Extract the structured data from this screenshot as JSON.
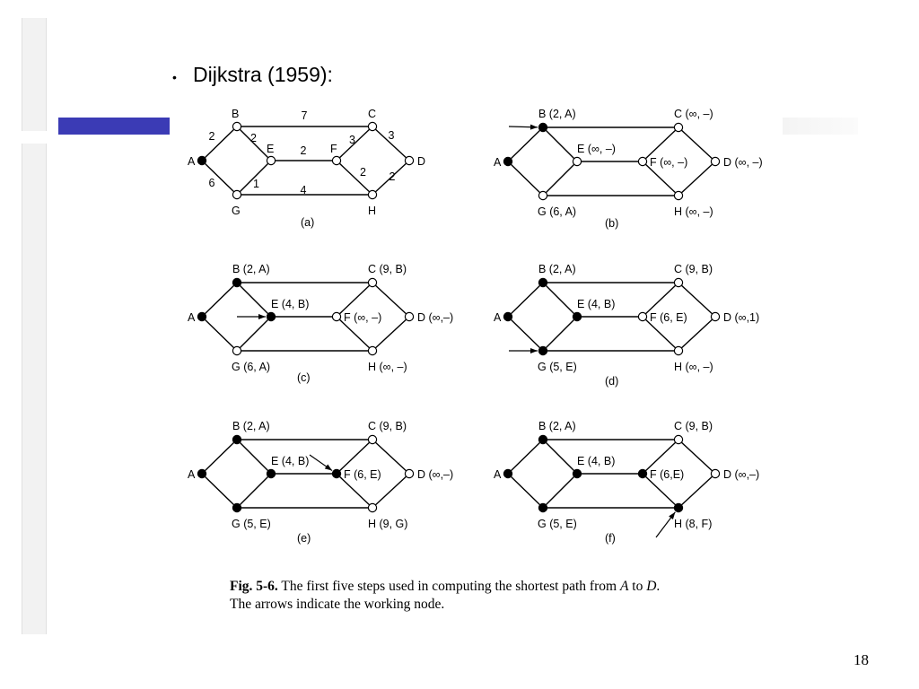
{
  "slide": {
    "bullet": "•",
    "title": "Dijkstra (1959):",
    "page_number": "18"
  },
  "figure": {
    "panels": [
      {
        "id": "a",
        "caption": "(a)",
        "nodes": {
          "A": {
            "label": "A",
            "filled": true
          },
          "B": {
            "label": "B",
            "filled": false
          },
          "C": {
            "label": "C",
            "filled": false
          },
          "D": {
            "label": "D",
            "filled": false
          },
          "E": {
            "label": "E",
            "filled": false
          },
          "F": {
            "label": "F",
            "filled": false
          },
          "G": {
            "label": "G",
            "filled": false
          },
          "H": {
            "label": "H",
            "filled": false
          }
        },
        "edge_weights": {
          "AB": "2",
          "AG": "6",
          "BC": "7",
          "BE": "2",
          "EF": "2",
          "EG": "1",
          "CF": "3",
          "CD": "3",
          "FH": "2",
          "GH": "4",
          "DH": "2"
        },
        "arrow_at": null
      },
      {
        "id": "b",
        "caption": "(b)",
        "nodes": {
          "A": {
            "label": "A",
            "filled": true
          },
          "B": {
            "label": "B (2, A)",
            "filled": true
          },
          "C": {
            "label": "C (∞, –)",
            "filled": false
          },
          "D": {
            "label": "D (∞, –)",
            "filled": false
          },
          "E": {
            "label": "E (∞, –)",
            "filled": false
          },
          "F": {
            "label": "F (∞, –)",
            "filled": false
          },
          "G": {
            "label": "G (6, A)",
            "filled": false
          },
          "H": {
            "label": "H (∞, –)",
            "filled": false
          }
        },
        "edge_weights": {},
        "arrow_at": "B"
      },
      {
        "id": "c",
        "caption": "(c)",
        "nodes": {
          "A": {
            "label": "A",
            "filled": true
          },
          "B": {
            "label": "B (2, A)",
            "filled": true
          },
          "C": {
            "label": "C (9, B)",
            "filled": false
          },
          "D": {
            "label": "D (∞,–)",
            "filled": false
          },
          "E": {
            "label": "E (4, B)",
            "filled": true
          },
          "F": {
            "label": "F (∞, –)",
            "filled": false
          },
          "G": {
            "label": "G (6, A)",
            "filled": false
          },
          "H": {
            "label": "H (∞, –)",
            "filled": false
          }
        },
        "edge_weights": {},
        "arrow_at": "E"
      },
      {
        "id": "d",
        "caption": "(d)",
        "nodes": {
          "A": {
            "label": "A",
            "filled": true
          },
          "B": {
            "label": "B (2, A)",
            "filled": true
          },
          "C": {
            "label": "C (9, B)",
            "filled": false
          },
          "D": {
            "label": "D (∞,1)",
            "filled": false
          },
          "E": {
            "label": "E (4, B)",
            "filled": true
          },
          "F": {
            "label": "F (6, E)",
            "filled": false
          },
          "G": {
            "label": "G (5, E)",
            "filled": true
          },
          "H": {
            "label": "H (∞, –)",
            "filled": false
          }
        },
        "edge_weights": {},
        "arrow_at": "G"
      },
      {
        "id": "e",
        "caption": "(e)",
        "nodes": {
          "A": {
            "label": "A",
            "filled": true
          },
          "B": {
            "label": "B (2, A)",
            "filled": true
          },
          "C": {
            "label": "C (9, B)",
            "filled": false
          },
          "D": {
            "label": "D (∞,–)",
            "filled": false
          },
          "E": {
            "label": "E (4, B)",
            "filled": true
          },
          "F": {
            "label": "F (6, E)",
            "filled": true
          },
          "G": {
            "label": "G (5, E)",
            "filled": true
          },
          "H": {
            "label": "H (9, G)",
            "filled": false
          }
        },
        "edge_weights": {},
        "arrow_at": "F"
      },
      {
        "id": "f",
        "caption": "(f)",
        "nodes": {
          "A": {
            "label": "A",
            "filled": true
          },
          "B": {
            "label": "B (2, A)",
            "filled": true
          },
          "C": {
            "label": "C (9, B)",
            "filled": false
          },
          "D": {
            "label": "D (∞,–)",
            "filled": false
          },
          "E": {
            "label": "E (4, B)",
            "filled": true
          },
          "F": {
            "label": "F (6,E)",
            "filled": true
          },
          "G": {
            "label": "G (5, E)",
            "filled": true
          },
          "H": {
            "label": "H (8, F)",
            "filled": true
          }
        },
        "edge_weights": {},
        "arrow_at": "H"
      }
    ],
    "caption_lead": "Fig. 5-6.",
    "caption_text_1": " The first five steps used in computing the shortest path from ",
    "caption_from": "A",
    "caption_to_word": " to ",
    "caption_to": "D",
    "caption_end": ".",
    "caption_line2": "The arrows indicate the working node."
  }
}
